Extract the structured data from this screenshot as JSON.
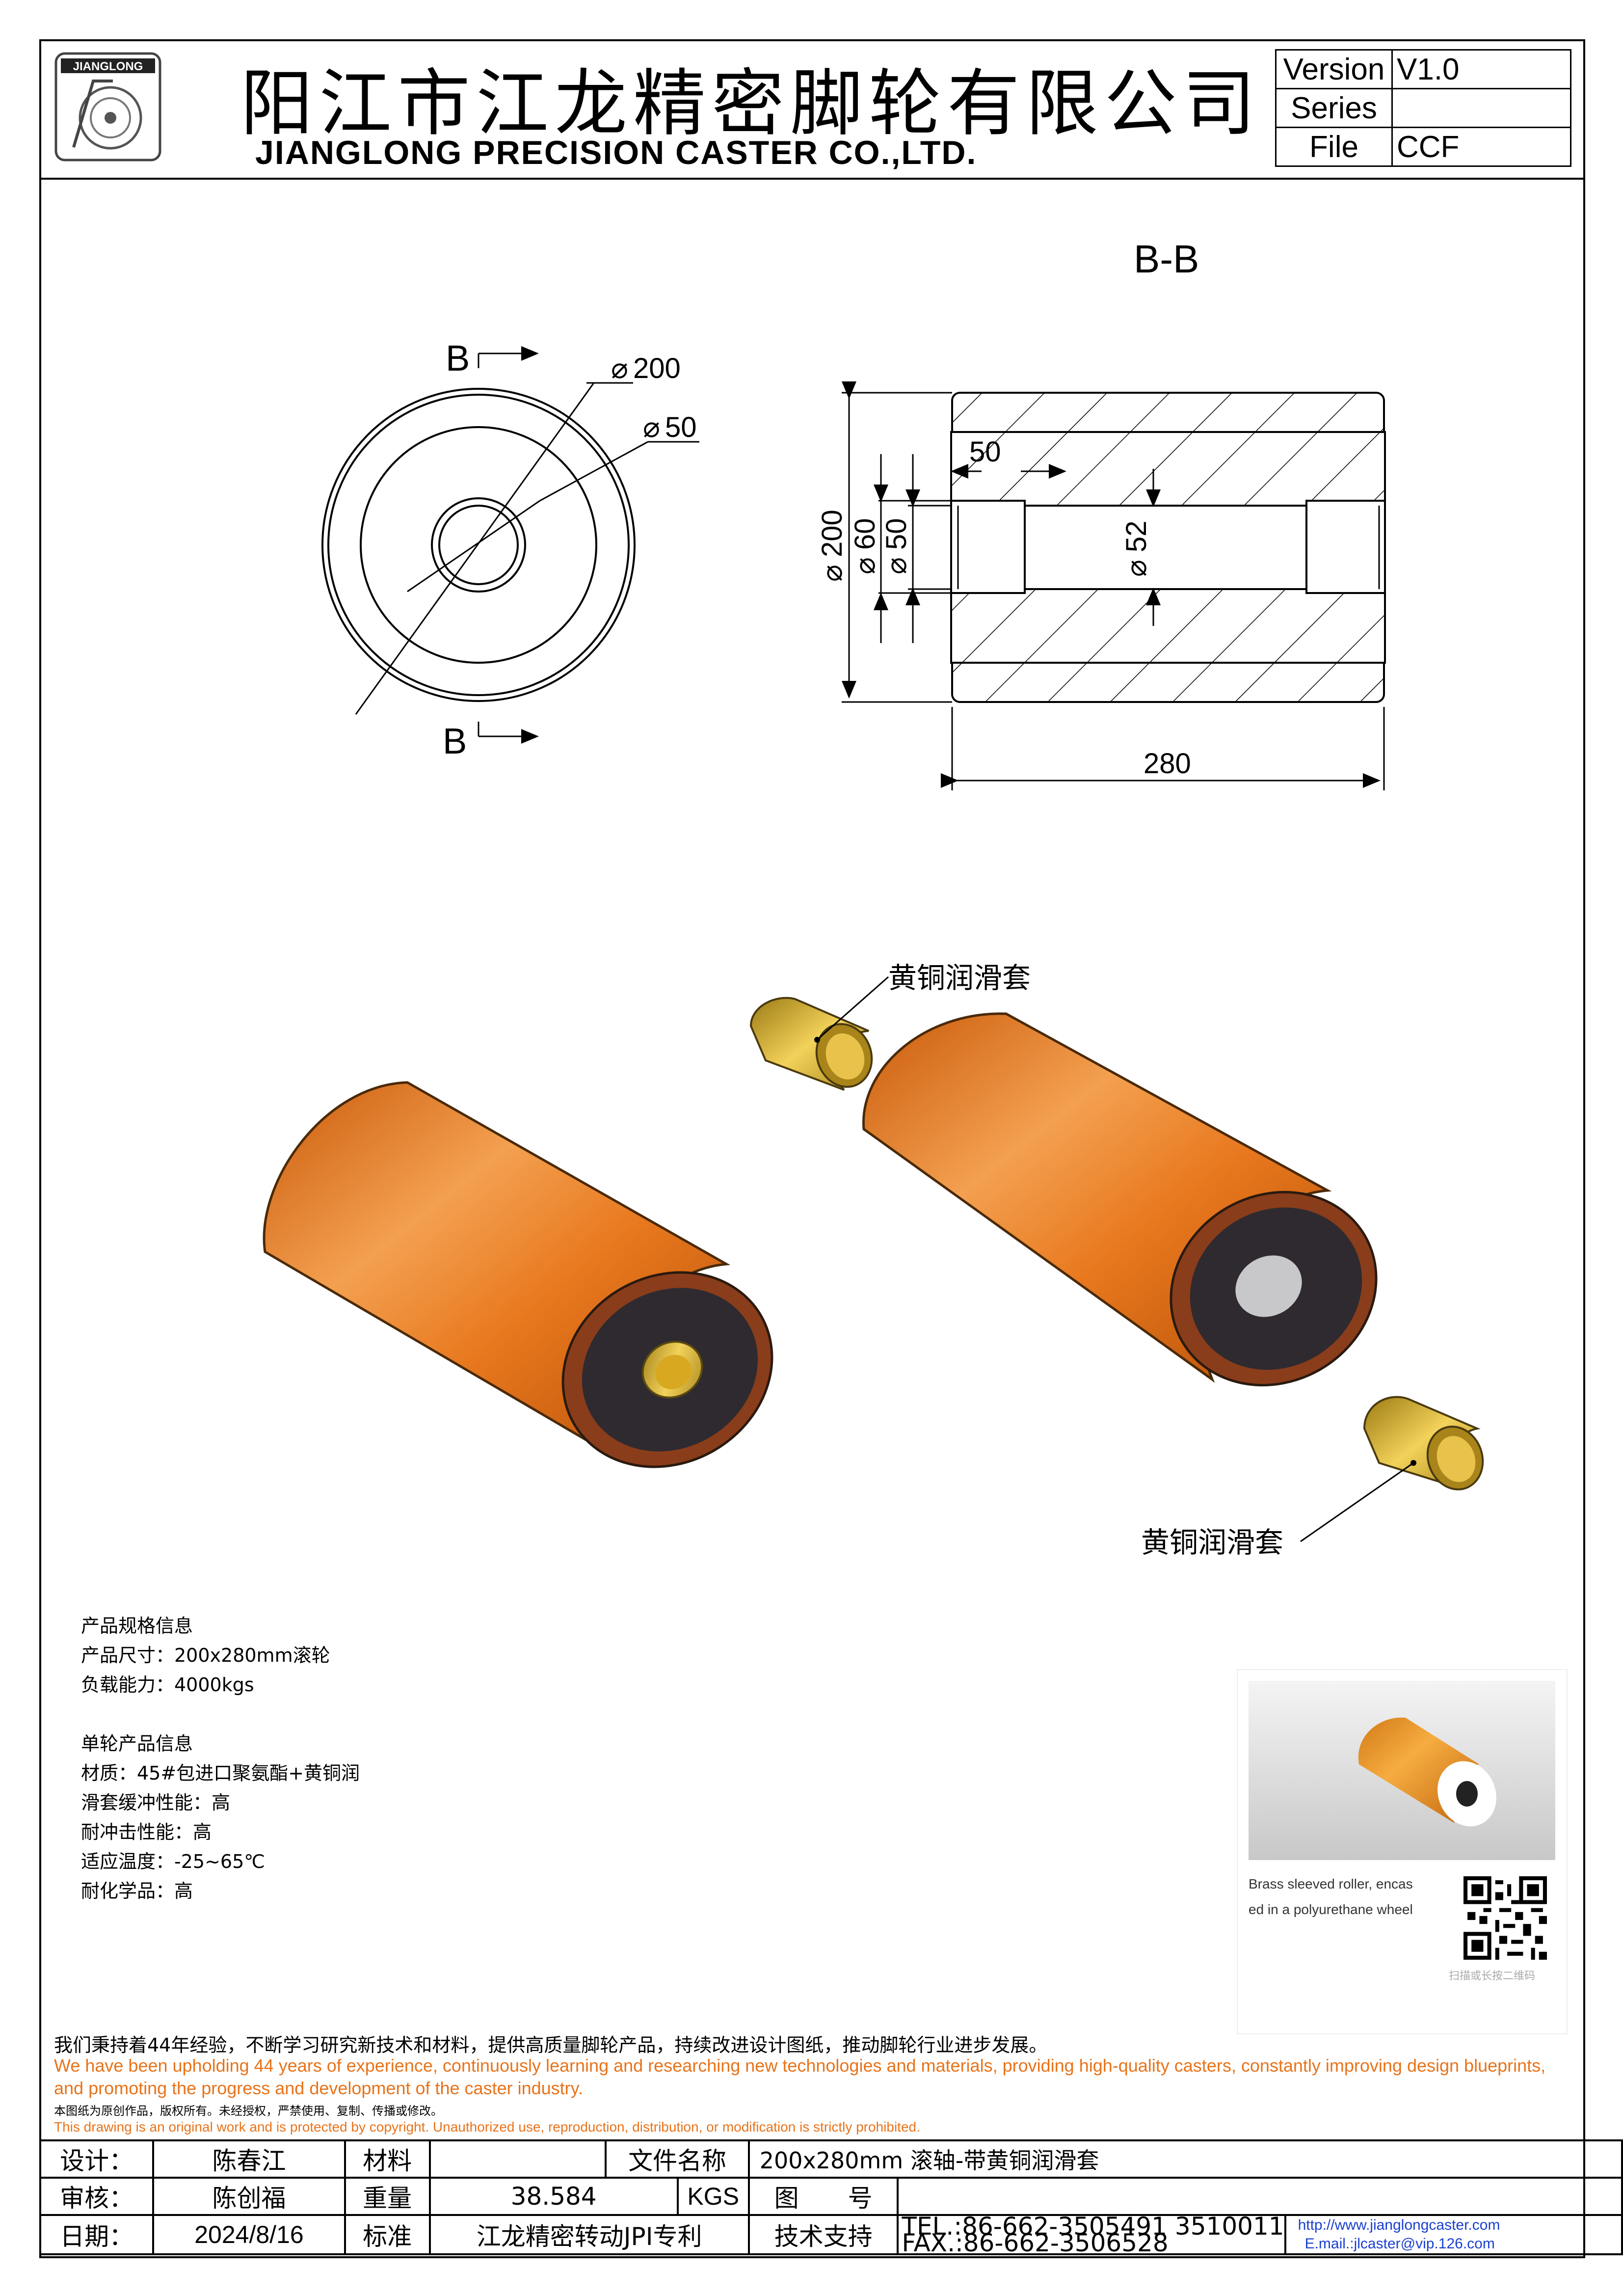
{
  "header": {
    "logo_text": "JIANGLONG",
    "company_cn": "阳江市江龙精密脚轮有限公司",
    "company_en": "JIANGLONG PRECISION CASTER CO.,LTD.",
    "meta": [
      {
        "label": "Version",
        "value": "V1.0"
      },
      {
        "label": "Series",
        "value": ""
      },
      {
        "label": "File",
        "value": "CCF"
      }
    ]
  },
  "drawing": {
    "section_title": "B-B",
    "section_mark_top": "B",
    "section_mark_bottom": "B",
    "dim_outer_front": "200",
    "dim_inner_front": "50",
    "dim_overall_dia": "200",
    "dim_bush_od": "60",
    "dim_bush_id": "50",
    "dim_bore": "52",
    "dim_bush_len": "50",
    "dim_length": "280",
    "callout_top": "黄铜润滑套",
    "callout_bottom": "黄铜润滑套"
  },
  "specs": {
    "group1_title": "产品规格信息",
    "size": "产品尺寸：200x280mm滚轮",
    "load": "负载能力：4000kgs",
    "group2_title": "单轮产品信息",
    "material": "材质：45#包进口聚氨酯+黄铜润",
    "cushion": "滑套缓冲性能：高",
    "impact": "耐冲击性能：高",
    "temp": "适应温度：-25~65℃",
    "chem": "耐化学品：高"
  },
  "thumb": {
    "caption_line1": "Brass sleeved roller, encas",
    "caption_line2": "ed in a polyurethane wheel",
    "qr_caption": "扫描或长按二维码"
  },
  "notes": {
    "cn": "我们秉持着44年经验，不断学习研究新技术和材料，提供高质量脚轮产品，持续改进设计图纸，推动脚轮行业进步发展。",
    "en1": "We have been upholding 44 years of experience, continuously learning and researching new technologies and materials, providing high-quality casters, constantly improving design blueprints,",
    "en2": "and promoting the progress and development of the caster industry.",
    "copyright_cn": "本图纸为原创作品，版权所有。未经授权，严禁使用、复制、传播或修改。",
    "copyright_en": "This drawing is an original work and is protected by copyright. Unauthorized use, reproduction, distribution, or modification is strictly prohibited."
  },
  "titleblock": {
    "design_label": "设计：",
    "design_value": "陈春江",
    "material_label": "材料",
    "material_value": "",
    "filename_label": "文件名称",
    "filename_value": "200x280mm 滚轴-带黄铜润滑套",
    "review_label": "审核：",
    "review_value": "陈创福",
    "weight_label": "重量",
    "weight_value": "38.584",
    "weight_unit": "KGS",
    "drawing_no_label": "图　　号",
    "drawing_no_value": "",
    "date_label": "日期：",
    "date_value": "2024/8/16",
    "standard_label": "标准",
    "standard_value": "江龙精密转动JPI专利",
    "support_label": "技术支持",
    "tel": "TEL.:86-662-3505491 3510011",
    "fax": "FAX.:86-662-3506528",
    "web": "http://www.jianglongcaster.com",
    "email": "E.mail.:jlcaster@vip.126.com"
  },
  "colors": {
    "urethane": "#e8781e",
    "brass": "#d8a821",
    "hub": "#2e2a30",
    "accent_text": "#e8731a"
  }
}
